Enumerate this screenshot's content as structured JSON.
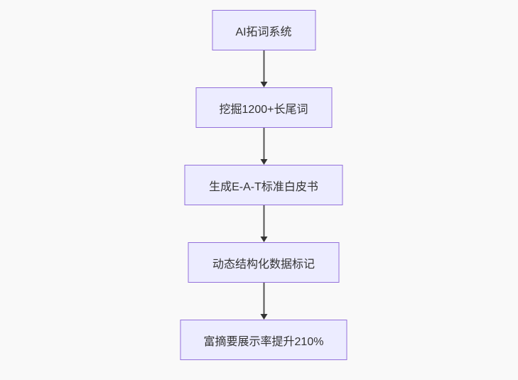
{
  "page": {
    "background_color": "#f9f9f9"
  },
  "diagram": {
    "type": "flowchart",
    "direction": "top-down",
    "style": {
      "node_fill": "#ECECFF",
      "node_border": "#9370DB",
      "node_text_color": "#333333",
      "edge_line_color": "#555555",
      "edge_head_color": "#333333"
    },
    "nodes": [
      {
        "label": "AI拓词系统"
      },
      {
        "label": "挖掘1200+长尾词"
      },
      {
        "label": "生成E-A-T标准白皮书"
      },
      {
        "label": "动态结构化数据标记"
      },
      {
        "label": "富摘要展示率提升210%"
      }
    ],
    "edges": [
      {
        "from": 0,
        "to": 1
      },
      {
        "from": 1,
        "to": 2
      },
      {
        "from": 2,
        "to": 3
      },
      {
        "from": 3,
        "to": 4
      }
    ]
  }
}
